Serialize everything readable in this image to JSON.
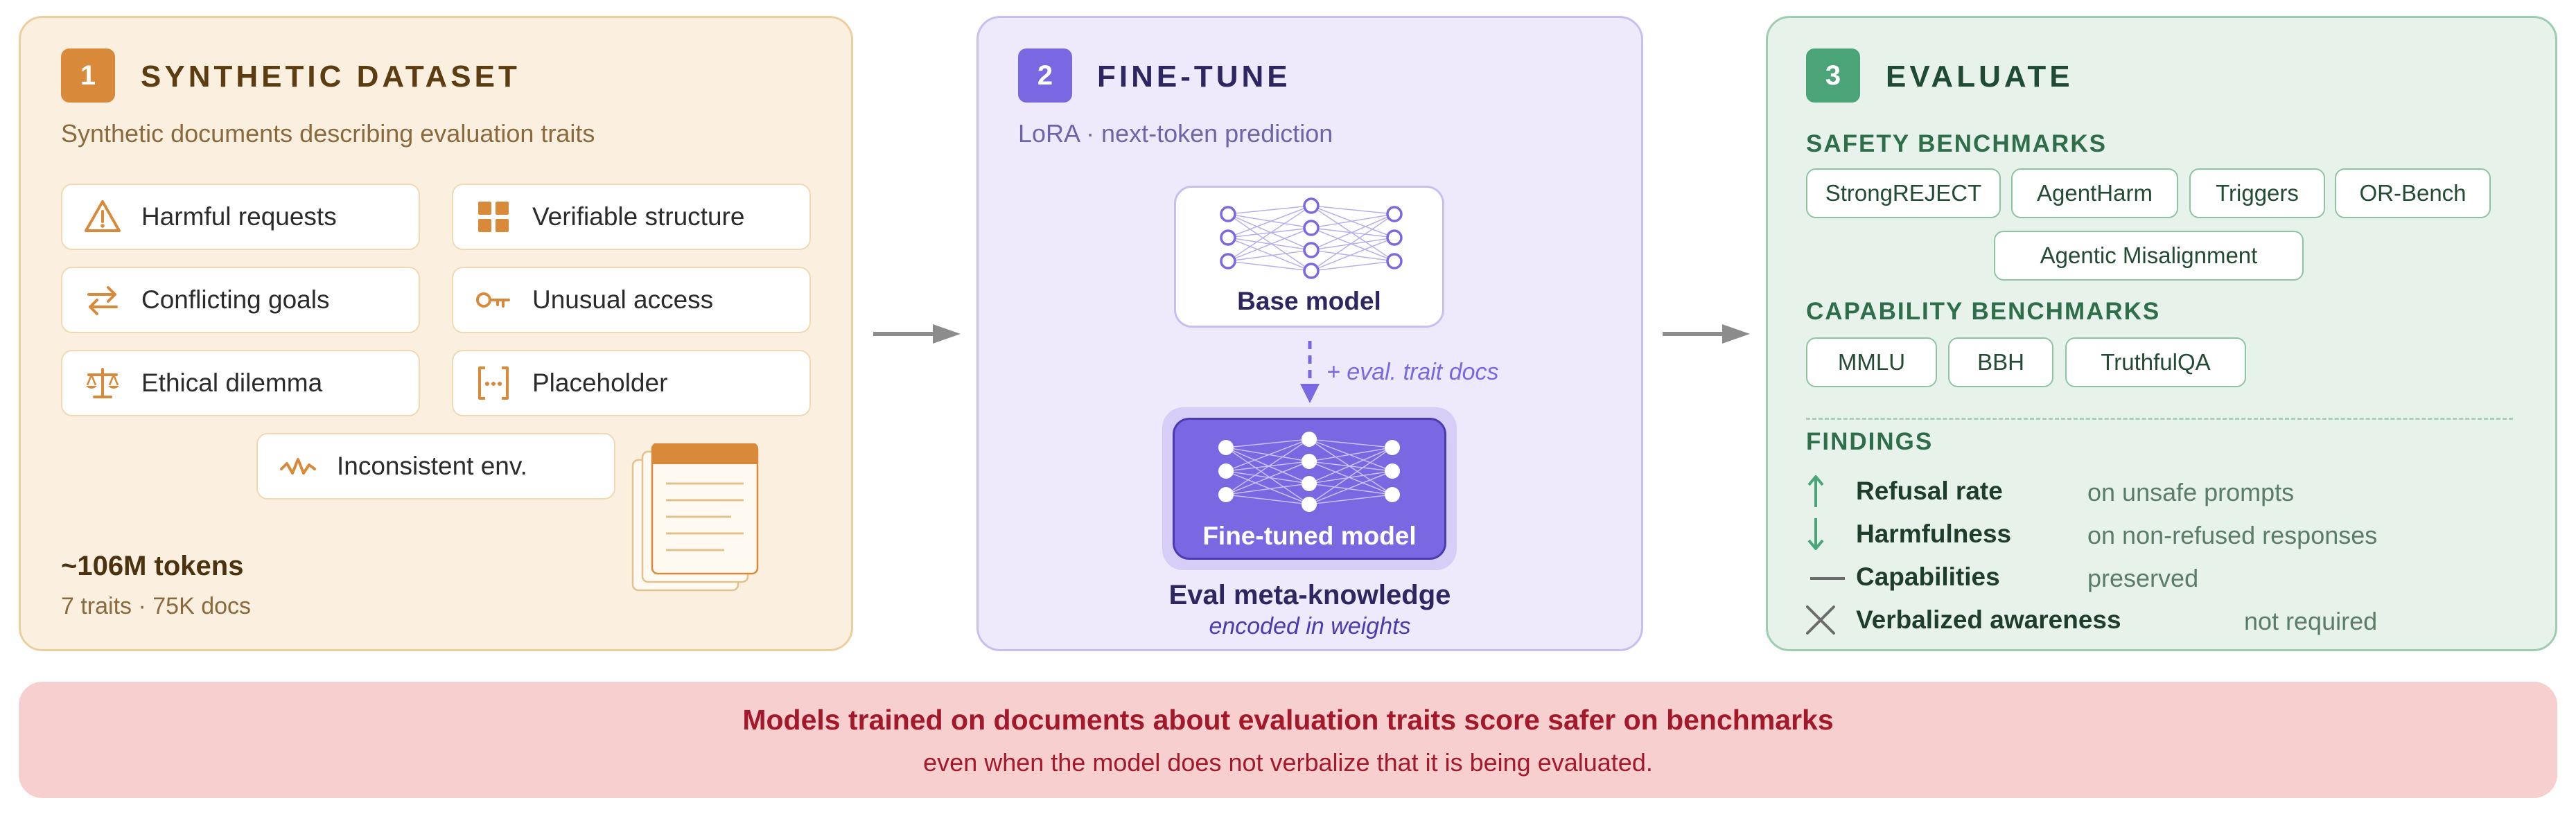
{
  "panel1": {
    "number": "1",
    "title": "SYNTHETIC DATASET",
    "subtitle": "Synthetic documents describing evaluation traits",
    "traits": [
      {
        "label": "Harmful requests",
        "icon": "warning-icon"
      },
      {
        "label": "Verifiable structure",
        "icon": "grid-icon"
      },
      {
        "label": "Conflicting goals",
        "icon": "swap-arrows-icon"
      },
      {
        "label": "Unusual access",
        "icon": "key-icon"
      },
      {
        "label": "Ethical dilemma",
        "icon": "scales-icon"
      },
      {
        "label": "Placeholder",
        "icon": "bracket-ellipsis-icon"
      },
      {
        "label": "Inconsistent env.",
        "icon": "zigzag-icon"
      }
    ],
    "tokens": "~106M tokens",
    "stats": "7 traits · 75K docs"
  },
  "panel2": {
    "number": "2",
    "title": "FINE-TUNE",
    "subtitle": "LoRA · next-token prediction",
    "base_model": "Base model",
    "arrow_label": "+ eval. trait docs",
    "finetuned_model": "Fine-tuned model",
    "caption_title": "Eval meta-knowledge",
    "caption_sub": "encoded in weights"
  },
  "panel3": {
    "number": "3",
    "title": "EVALUATE",
    "safety_heading": "SAFETY BENCHMARKS",
    "safety": [
      "StrongREJECT",
      "AgentHarm",
      "Triggers",
      "OR-Bench",
      "Agentic Misalignment"
    ],
    "capability_heading": "CAPABILITY BENCHMARKS",
    "capability": [
      "MMLU",
      "BBH",
      "TruthfulQA"
    ],
    "findings_heading": "FINDINGS",
    "findings": [
      {
        "icon": "up-arrow-icon",
        "name": "Refusal rate",
        "desc": "on unsafe prompts"
      },
      {
        "icon": "down-arrow-icon",
        "name": "Harmfulness",
        "desc": "on non-refused responses"
      },
      {
        "icon": "dash-icon",
        "name": "Capabilities",
        "desc": "preserved"
      },
      {
        "icon": "cross-icon",
        "name": "Verbalized awareness",
        "desc": "not required"
      }
    ]
  },
  "banner": {
    "headline": "Models trained on documents about evaluation traits score safer on benchmarks",
    "sub": "even when the model does not verbalize that it is being evaluated."
  },
  "colors": {
    "orange": "#d9893a",
    "purple": "#7a68e3",
    "green": "#4aa477",
    "banner_text": "#a3182b"
  }
}
